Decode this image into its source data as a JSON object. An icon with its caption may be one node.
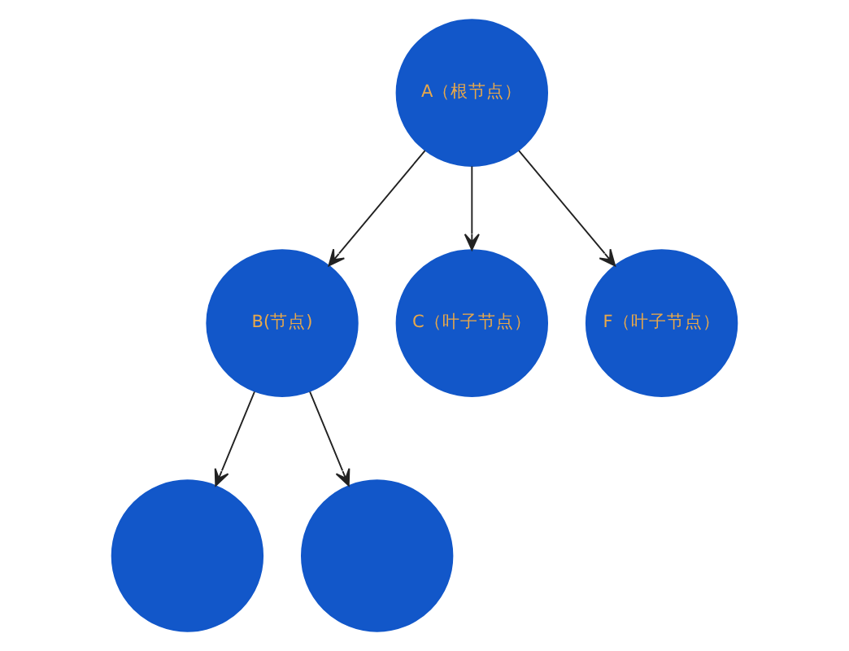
{
  "diagram": {
    "nodes": [
      {
        "text": [
          "A（根节点）"
        ]
      },
      {
        "text": [
          "B(节点)"
        ]
      },
      {
        "text": [
          "C（叶子节点）"
        ]
      },
      {
        "text": [
          "F（叶子节点）"
        ]
      },
      {
        "text": [],
        "shape": "circle"
      },
      {
        "text": [],
        "shape": "circle"
      }
    ],
    "edges": [
      {
        "from": 0,
        "to": 1,
        "arrow": "to"
      },
      {
        "from": 0,
        "to": 2,
        "arrow": "to"
      },
      {
        "from": 0,
        "to": 3,
        "arrow": "to"
      },
      {
        "from": 1,
        "to": 4,
        "arrow": "to"
      },
      {
        "from": 1,
        "to": 5,
        "arrow": "to"
      }
    ]
  }
}
